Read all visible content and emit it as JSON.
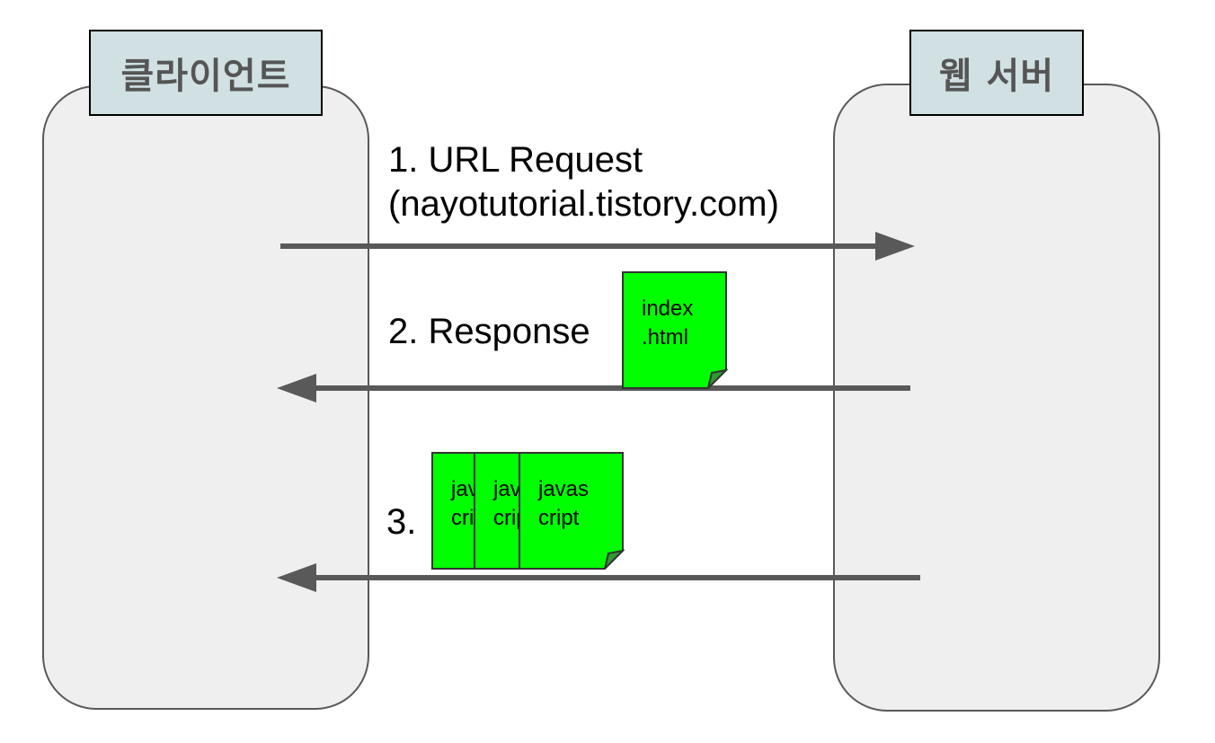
{
  "client": {
    "label": "클라이언트"
  },
  "server": {
    "label": "웹 서버"
  },
  "steps": [
    {
      "title": "1. URL Request",
      "detail": "(nayotutorial.tistory.com)"
    },
    {
      "title": "2. Response"
    },
    {
      "title": "3."
    }
  ],
  "documents": {
    "index": "index\n.html",
    "js1": "javas\ncript",
    "js2": "javas\ncript",
    "js3": "javas\ncript"
  },
  "colors": {
    "panel_fill": "#efefef",
    "label_fill": "#d0e0e3",
    "arrow": "#595959",
    "document_fill": "#00ff00"
  }
}
